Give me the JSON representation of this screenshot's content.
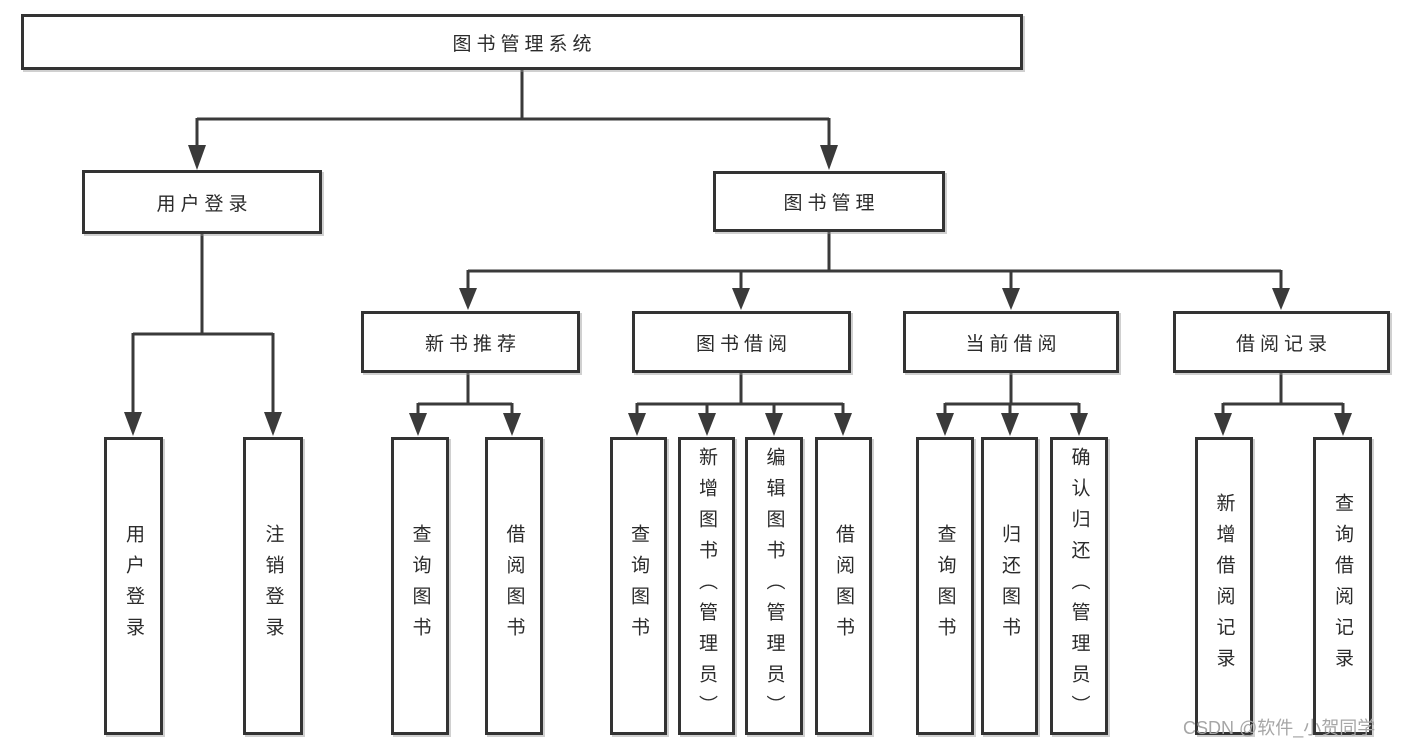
{
  "diagram": {
    "nodes": {
      "root": {
        "label": "图书管理系统"
      },
      "user_login_branch": {
        "label": "用户登录"
      },
      "book_mgmt_branch": {
        "label": "图书管理"
      },
      "new_book_rec": {
        "label": "新书推荐"
      },
      "book_borrow": {
        "label": "图书借阅"
      },
      "current_borrow": {
        "label": "当前借阅"
      },
      "borrow_record": {
        "label": "借阅记录"
      },
      "leaf_user_login": {
        "label": "用户登录"
      },
      "leaf_logout": {
        "label": "注销登录"
      },
      "leaf_rec_query_book": {
        "label": "查询图书"
      },
      "leaf_rec_borrow_book": {
        "label": "借阅图书"
      },
      "leaf_bb_query_book": {
        "label": "查询图书"
      },
      "leaf_bb_add_book": {
        "label": "新增图书（管理员）"
      },
      "leaf_bb_edit_book": {
        "label": "编辑图书（管理员）"
      },
      "leaf_bb_borrow_book": {
        "label": "借阅图书"
      },
      "leaf_cb_query_book": {
        "label": "查询图书"
      },
      "leaf_cb_return_book": {
        "label": "归还图书"
      },
      "leaf_cb_confirm_return": {
        "label": "确认归还（管理员）"
      },
      "leaf_br_add_record": {
        "label": "新增借阅记录"
      },
      "leaf_br_query_record": {
        "label": "查询借阅记录"
      }
    },
    "colors": {
      "line": "#3a3a3a",
      "box_border": "#333333",
      "box_background": "#ffffff",
      "text": "#2b2b2b",
      "watermark_text": "#a6a6a6",
      "background": "#ffffff"
    }
  },
  "watermark": {
    "text": "CSDN @软件_小贺同学"
  }
}
